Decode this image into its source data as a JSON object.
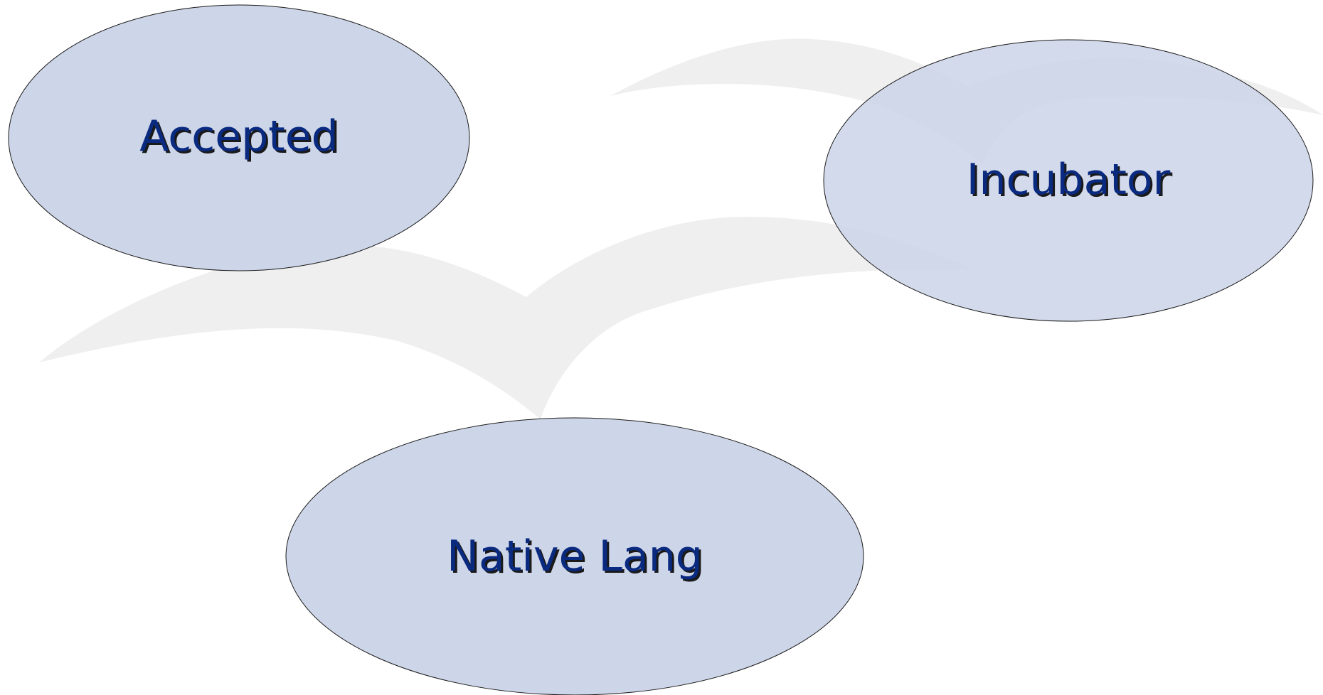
{
  "diagram": {
    "colors": {
      "background": "#ffffff",
      "node_fill": "#cdd5e8",
      "node_stroke": "#1a1a1a",
      "label_color": "#0a2a80",
      "label_shadow": "#1a1a1a",
      "watermark": "#e6e6e6"
    },
    "watermark_icon": "gull-logo-watermark",
    "nodes": [
      {
        "id": "accepted",
        "label": "Accepted"
      },
      {
        "id": "incubator",
        "label": "Incubator"
      },
      {
        "id": "native-lang",
        "label": "Native Lang"
      }
    ]
  }
}
